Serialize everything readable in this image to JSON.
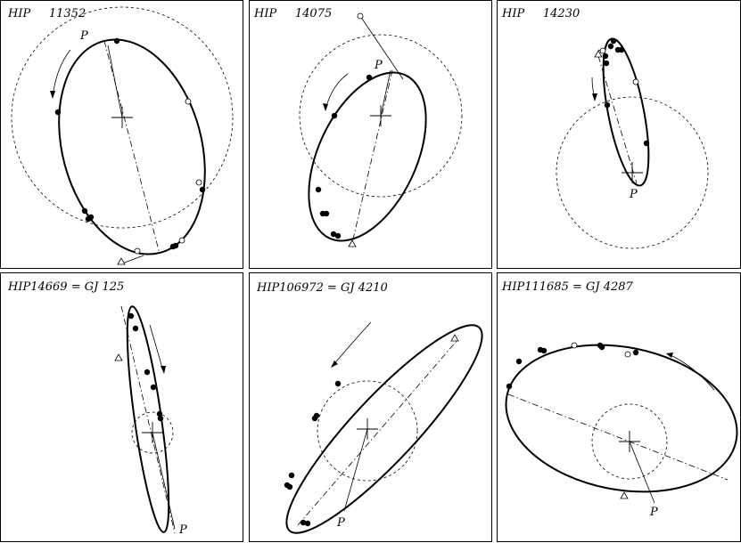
{
  "panels": [
    {
      "title": "HIP     11352",
      "p_label": "P"
    },
    {
      "title": "HIP     14075",
      "p_label": "P"
    },
    {
      "title": "HIP     14230",
      "p_label": "P"
    },
    {
      "title": "HIP14669 = GJ 125",
      "p_label": "P"
    },
    {
      "title": "HIP106972 = GJ 4210",
      "p_label": "P"
    },
    {
      "title": "HIP111685 = GJ 4287",
      "p_label": "P"
    }
  ]
}
